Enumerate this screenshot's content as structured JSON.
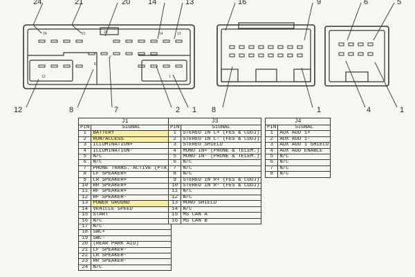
{
  "palette": {
    "line": "#333333",
    "highlight": "#ffe63c",
    "paper": "#f6f6f2"
  },
  "connectors": {
    "j1_callouts": [
      "24",
      "21",
      "20",
      "14",
      "13",
      "12",
      "8",
      "7",
      "2",
      "1"
    ],
    "j3_callouts": [
      "16",
      "9",
      "8",
      "1"
    ],
    "j4_callouts": [
      "6",
      "5",
      "4",
      "1"
    ],
    "j1_face_labels": [
      "21",
      "14",
      "13",
      "20",
      "24",
      "7",
      "8",
      "12",
      "1"
    ]
  },
  "tables": [
    {
      "name": "J1",
      "pin_header": "PIN",
      "signal_header": "SIGNAL",
      "rows": [
        {
          "pin": "1",
          "signal": "BATTERY",
          "highlight": true
        },
        {
          "pin": "2",
          "signal": "RUN/ACCESS",
          "highlight": true
        },
        {
          "pin": "3",
          "signal": "ILLUMINATION+",
          "highlight": false
        },
        {
          "pin": "4",
          "signal": "ILLUMINATION-",
          "highlight": false
        },
        {
          "pin": "5",
          "signal": "N/C",
          "highlight": false
        },
        {
          "pin": "6",
          "signal": "N/C",
          "highlight": false
        },
        {
          "pin": "7",
          "signal": "PHONE TRANS. ACTIVE (PTA)",
          "highlight": false
        },
        {
          "pin": "8",
          "signal": "LF SPEAKER+",
          "highlight": false
        },
        {
          "pin": "9",
          "signal": "LR SPEAKER+",
          "highlight": false
        },
        {
          "pin": "10",
          "signal": "RR SPEAKER+",
          "highlight": false
        },
        {
          "pin": "11",
          "signal": "RF SPEAKER+",
          "highlight": false
        },
        {
          "pin": "12",
          "signal": "RF SPEAKER-",
          "highlight": false
        },
        {
          "pin": "13",
          "signal": "POWER GROUND",
          "highlight": true
        },
        {
          "pin": "14",
          "signal": "VEHICLE SPEED",
          "highlight": false
        },
        {
          "pin": "15",
          "signal": "START",
          "highlight": false
        },
        {
          "pin": "16",
          "signal": "N/C",
          "highlight": false
        },
        {
          "pin": "17",
          "signal": "N/C",
          "highlight": false
        },
        {
          "pin": "18",
          "signal": "SWC+",
          "highlight": false
        },
        {
          "pin": "19",
          "signal": "SWC-",
          "highlight": false
        },
        {
          "pin": "20",
          "signal": "(REAR PARK AID)",
          "highlight": false
        },
        {
          "pin": "21",
          "signal": "LF SPEAKER-",
          "highlight": false
        },
        {
          "pin": "22",
          "signal": "LR SPEAKER-",
          "highlight": false
        },
        {
          "pin": "23",
          "signal": "RR SPEAKER-",
          "highlight": false
        },
        {
          "pin": "24",
          "signal": "N/C",
          "highlight": false
        }
      ]
    },
    {
      "name": "J3",
      "pin_header": "PIN",
      "signal_header": "SIGNAL",
      "rows": [
        {
          "pin": "1",
          "signal": "STEREO IN L+ (FES & CDDJ)",
          "highlight": false
        },
        {
          "pin": "2",
          "signal": "STEREO IN L- (FES & CDDJ)",
          "highlight": false
        },
        {
          "pin": "3",
          "signal": "STEREO SHIELD",
          "highlight": false
        },
        {
          "pin": "4",
          "signal": "MONO IN+ (PHONE & TELEM.)",
          "highlight": false
        },
        {
          "pin": "5",
          "signal": "MONO IN- (PHONE & TELEM.)",
          "highlight": false
        },
        {
          "pin": "6",
          "signal": "N/C",
          "highlight": false
        },
        {
          "pin": "7",
          "signal": "N/C",
          "highlight": false
        },
        {
          "pin": "8",
          "signal": "N/C",
          "highlight": false
        },
        {
          "pin": "9",
          "signal": "STEREO IN R+ (FES & CDDJ)",
          "highlight": false
        },
        {
          "pin": "10",
          "signal": "STEREO IN R- (FES & CDDJ)",
          "highlight": false
        },
        {
          "pin": "11",
          "signal": "N/C",
          "highlight": false
        },
        {
          "pin": "12",
          "signal": "N/C",
          "highlight": false
        },
        {
          "pin": "13",
          "signal": "MONO SHIELD",
          "highlight": false
        },
        {
          "pin": "14",
          "signal": "N/C",
          "highlight": false
        },
        {
          "pin": "15",
          "signal": "MS CAN A",
          "highlight": false
        },
        {
          "pin": "16",
          "signal": "MS CAN B",
          "highlight": false
        }
      ]
    },
    {
      "name": "J4",
      "pin_header": "PIN",
      "signal_header": "SIGNAL",
      "rows": [
        {
          "pin": "1",
          "signal": "AUX AUD 1+",
          "highlight": false
        },
        {
          "pin": "2",
          "signal": "AUX AUD 1-",
          "highlight": false
        },
        {
          "pin": "3",
          "signal": "AUX AUD 1 SHIELD",
          "highlight": false
        },
        {
          "pin": "4",
          "signal": "AUX AUD ENABLE",
          "highlight": false
        },
        {
          "pin": "5",
          "signal": "N/C",
          "highlight": false
        },
        {
          "pin": "6",
          "signal": "N/C",
          "highlight": false
        },
        {
          "pin": "7",
          "signal": "N/C",
          "highlight": false
        },
        {
          "pin": "8",
          "signal": "N/C",
          "highlight": false
        }
      ]
    }
  ]
}
